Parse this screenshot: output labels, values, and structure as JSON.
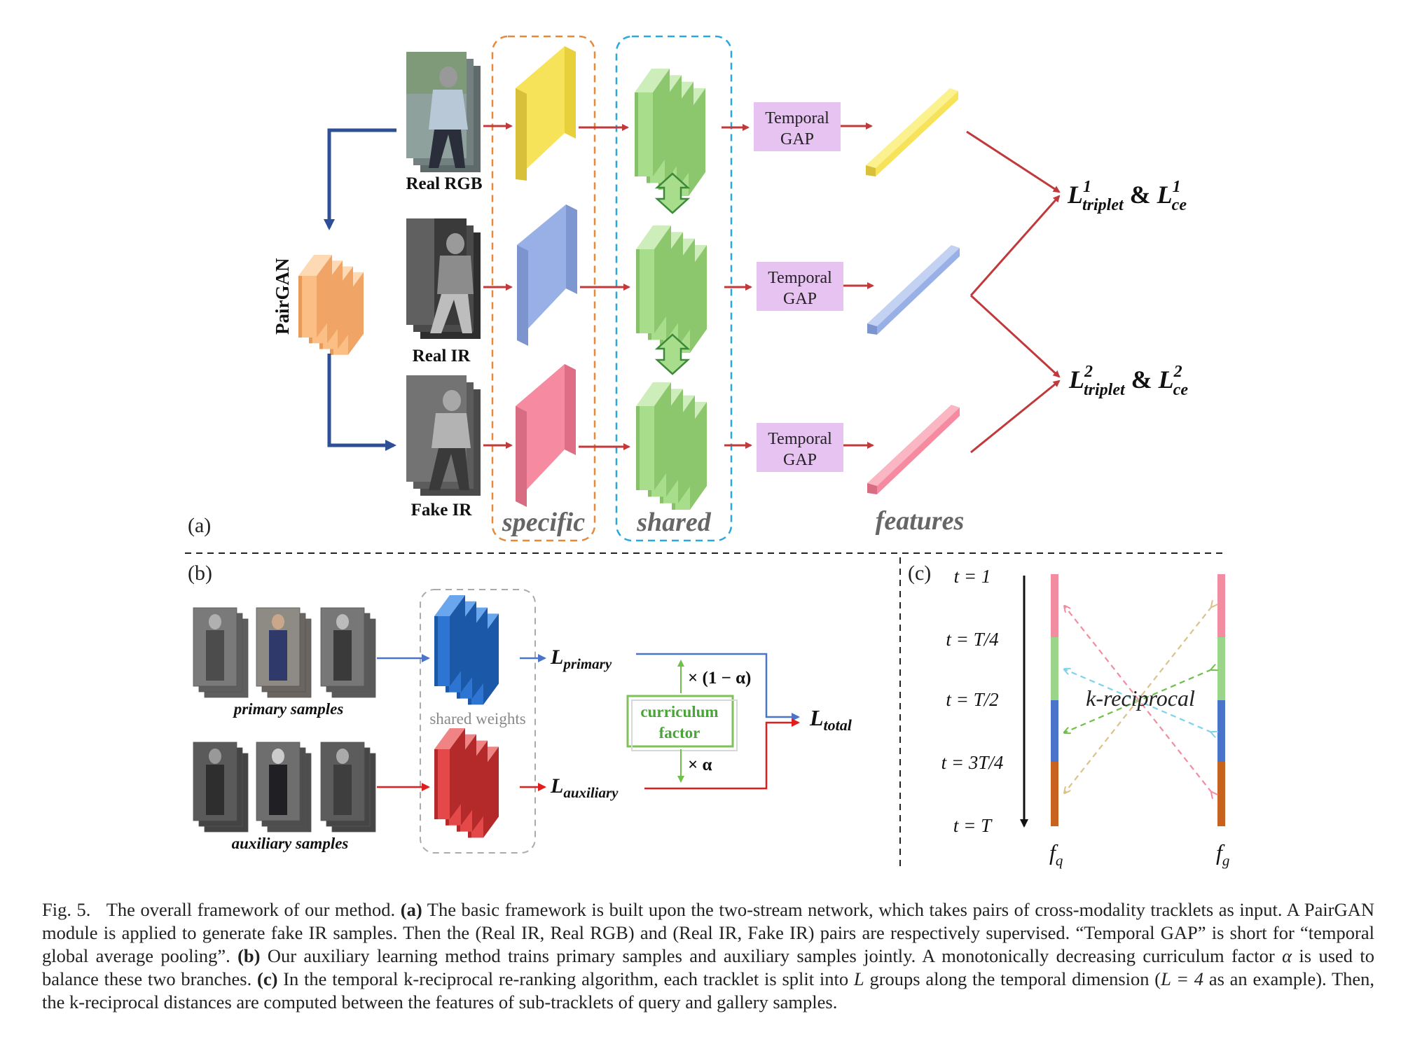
{
  "panel_a": {
    "label": "(a)",
    "pairgan_label": "PairGAN",
    "inputs": [
      "Real RGB",
      "Real IR",
      "Fake IR"
    ],
    "gap_label_line1": "Temporal",
    "gap_label_line2": "GAP",
    "group_specific": "specific",
    "group_shared": "shared",
    "group_features": "features",
    "loss1": {
      "base": "L",
      "sup": "1",
      "sub": "triplet",
      "amp": " & ",
      "base2": "L",
      "sup2": "1",
      "sub2": "ce"
    },
    "loss2": {
      "base": "L",
      "sup": "2",
      "sub": "triplet",
      "amp": " & ",
      "base2": "L",
      "sup2": "2",
      "sub2": "ce"
    }
  },
  "panel_b": {
    "label": "(b)",
    "primary_caption": "primary samples",
    "auxiliary_caption": "auxiliary samples",
    "shared_weights": "shared weights",
    "loss_primary": {
      "base": "L",
      "sub": "primary"
    },
    "loss_auxiliary": {
      "base": "L",
      "sub": "auxiliary"
    },
    "loss_total": {
      "base": "L",
      "sub": "total"
    },
    "factor_top": "× (1 − α)",
    "factor_bottom": "× α",
    "curriculum_line1": "curriculum",
    "curriculum_line2": "factor"
  },
  "panel_c": {
    "label": "(c)",
    "time_labels": [
      "t = 1",
      "t = T/4",
      "t = T/2",
      "t = 3T/4",
      "t = T"
    ],
    "k_reciprocal": "k-reciprocal",
    "fq": "f",
    "fq_sub": "q",
    "fg": "f",
    "fg_sub": "g"
  },
  "caption": {
    "fig": "Fig. 5.",
    "intro": "The overall framework of our method.",
    "a_tag": "(a)",
    "a_text": "The basic framework is built upon the two-stream network, which takes pairs of cross-modality tracklets as input. A PairGAN module is applied to generate fake IR samples. Then the (Real IR, Real RGB) and (Real IR, Fake IR) pairs are respectively supervised. “Temporal GAP” is short for “temporal global average pooling”.",
    "b_tag": "(b)",
    "b_text_1": "Our auxiliary learning method trains primary samples and auxiliary samples jointly. A monotonically decreasing curriculum factor",
    "alpha": "α",
    "b_text_2": "is used to balance these two branches.",
    "c_tag": "(c)",
    "c_text_1": "In the temporal k-reciprocal re-ranking algorithm, each tracklet is split into",
    "L_var": "L",
    "c_text_2": "groups along the temporal dimension (",
    "L_eq": "L = 4",
    "c_text_3": "as an example). Then, the k-reciprocal distances are computed between the features of sub-tracklets of query and gallery samples."
  },
  "colors": {
    "red_arrow": "#c0393b",
    "blue_arrow": "#2e4f96",
    "yellow": "#f7e35a",
    "blue_block": "#98b0e6",
    "pink": "#f58aa0",
    "green": "#a8dd8b",
    "orange_gan": "#fbbf86",
    "purple_gap": "#e7c3f2",
    "orange_dash": "#e58a3a",
    "cyan_dash": "#2aa8dc",
    "bar_pink": "#f28da1",
    "bar_green": "#9bd58a",
    "bar_blue": "#4a74c9",
    "bar_orange": "#c8621f"
  }
}
